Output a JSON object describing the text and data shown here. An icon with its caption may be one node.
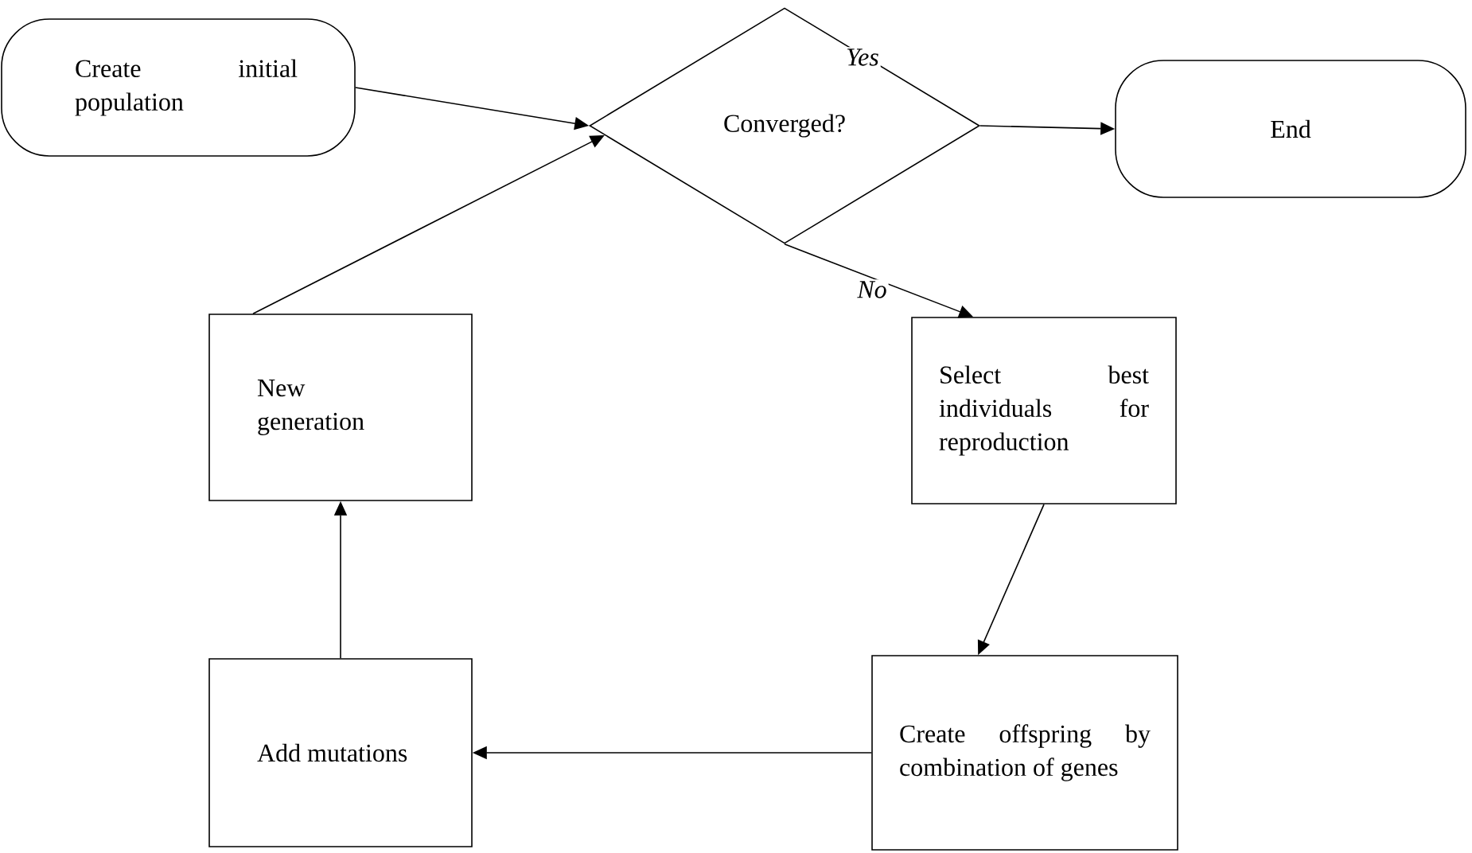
{
  "diagram": {
    "nodes": [
      {
        "text": [
          "Create initial population"
        ]
      },
      {
        "text": [
          "Converged?"
        ]
      },
      {
        "text": [
          "End"
        ]
      },
      {
        "text": [
          "Select best individuals for reproduction"
        ]
      },
      {
        "text": [
          "Create offspring by combination of genes"
        ]
      },
      {
        "text": [
          "Add mutations"
        ]
      },
      {
        "text": [
          "New generation"
        ]
      }
    ],
    "edges": [
      {
        "from": 0,
        "to": 1,
        "arrow": "to"
      },
      {
        "from": 1,
        "to": 2,
        "arrow": "to",
        "label": "Yes"
      },
      {
        "from": 1,
        "to": 3,
        "arrow": "to",
        "label": "No"
      },
      {
        "from": 3,
        "to": 4,
        "arrow": "to"
      },
      {
        "from": 4,
        "to": 5,
        "arrow": "to"
      },
      {
        "from": 5,
        "to": 6,
        "arrow": "to"
      },
      {
        "from": 6,
        "to": 1,
        "arrow": "to"
      }
    ]
  }
}
